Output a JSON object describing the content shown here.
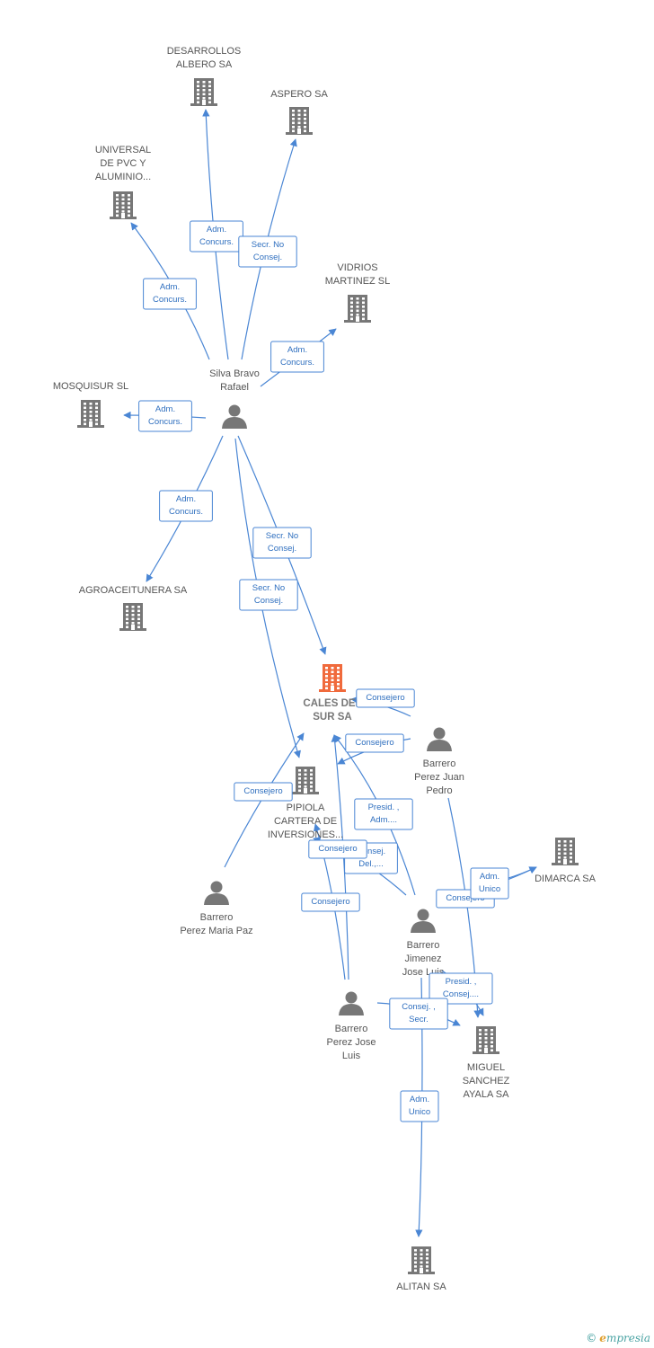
{
  "colors": {
    "edge": "#4a86d4",
    "node": "#777777",
    "main_node": "#f06a3c",
    "edge_text": "#2f6fbf"
  },
  "nodes": [
    {
      "id": "desarrollos",
      "type": "company",
      "label": [
        "DESARROLLOS",
        "ALBERO SA"
      ],
      "icon": "building-icon"
    },
    {
      "id": "aspero",
      "type": "company",
      "label": [
        "ASPERO SA"
      ],
      "icon": "building-icon"
    },
    {
      "id": "universal",
      "type": "company",
      "label": [
        "UNIVERSAL",
        "DE PVC Y",
        "ALUMINIO..."
      ],
      "icon": "building-icon"
    },
    {
      "id": "vidrios",
      "type": "company",
      "label": [
        "VIDRIOS",
        "MARTINEZ SL"
      ],
      "icon": "building-icon"
    },
    {
      "id": "silva",
      "type": "person",
      "label": [
        "Silva Bravo",
        "Rafael"
      ],
      "icon": "person-icon"
    },
    {
      "id": "mosquisur",
      "type": "company",
      "label": [
        "MOSQUISUR SL"
      ],
      "icon": "building-icon"
    },
    {
      "id": "agroaceitunera",
      "type": "company",
      "label": [
        "AGROACEITUNERA SA"
      ],
      "icon": "building-icon"
    },
    {
      "id": "cales",
      "type": "main",
      "label": [
        "CALES DEL",
        "SUR SA"
      ],
      "icon": "building-icon"
    },
    {
      "id": "barrero_jp",
      "type": "person",
      "label": [
        "Barrero",
        "Perez Juan",
        "Pedro"
      ],
      "icon": "person-icon"
    },
    {
      "id": "pipiola",
      "type": "company",
      "label": [
        "PIPIOLA",
        "CARTERA DE",
        "INVERSIONES..."
      ],
      "icon": "building-icon"
    },
    {
      "id": "dimarca",
      "type": "company",
      "label": [
        "DIMARCA SA"
      ],
      "icon": "building-icon"
    },
    {
      "id": "barrero_mp",
      "type": "person",
      "label": [
        "Barrero",
        "Perez Maria Paz"
      ],
      "icon": "person-icon"
    },
    {
      "id": "barrero_jjl",
      "type": "person",
      "label": [
        "Barrero",
        "Jimenez",
        "Jose Luis"
      ],
      "icon": "person-icon"
    },
    {
      "id": "barrero_pjl",
      "type": "person",
      "label": [
        "Barrero",
        "Perez Jose",
        "Luis"
      ],
      "icon": "person-icon"
    },
    {
      "id": "miguel",
      "type": "company",
      "label": [
        "MIGUEL",
        "SANCHEZ",
        "AYALA SA"
      ],
      "icon": "building-icon"
    },
    {
      "id": "alitan",
      "type": "company",
      "label": [
        "ALITAN SA"
      ],
      "icon": "building-icon"
    }
  ],
  "edges": [
    {
      "from": "silva",
      "to": "desarrollos",
      "label": [
        "Adm.",
        "Concurs."
      ]
    },
    {
      "from": "silva",
      "to": "aspero",
      "label": [
        "Secr.  No",
        "Consej."
      ]
    },
    {
      "from": "silva",
      "to": "universal",
      "label": [
        "Adm.",
        "Concurs."
      ]
    },
    {
      "from": "silva",
      "to": "vidrios",
      "label": [
        "Adm.",
        "Concurs."
      ]
    },
    {
      "from": "silva",
      "to": "mosquisur",
      "label": [
        "Adm.",
        "Concurs."
      ]
    },
    {
      "from": "silva",
      "to": "agroaceitunera",
      "label": [
        "Adm.",
        "Concurs."
      ]
    },
    {
      "from": "silva",
      "to": "cales",
      "label": [
        "Secr.  No",
        "Consej."
      ]
    },
    {
      "from": "silva",
      "to": "pipiola",
      "label": [
        "Secr.  No",
        "Consej."
      ]
    },
    {
      "from": "barrero_jp",
      "to": "cales",
      "label": [
        "Consejero"
      ]
    },
    {
      "from": "barrero_jp",
      "to": "pipiola",
      "label": [
        "Consejero"
      ]
    },
    {
      "from": "barrero_mp",
      "to": "pipiola",
      "label": [
        "Consejero"
      ]
    },
    {
      "from": "barrero_jjl",
      "to": "cales",
      "label": [
        "Presid. ,",
        "Adm...."
      ]
    },
    {
      "from": "barrero_jjl",
      "to": "pipiola",
      "label": [
        "Consej.",
        "Del.,..."
      ]
    },
    {
      "from": "barrero_jjl",
      "to": "dimarca",
      "label": [
        "Consejero"
      ]
    },
    {
      "from": "barrero_jjl",
      "to": "miguel",
      "label": [
        "Presid. ,",
        "Consej...."
      ]
    },
    {
      "from": "barrero_pjl",
      "to": "cales",
      "label": [
        "Consejero"
      ]
    },
    {
      "from": "barrero_pjl",
      "to": "pipiola",
      "label": [
        "Consejero"
      ]
    },
    {
      "from": "barrero_pjl",
      "to": "miguel",
      "label": [
        "Consej. ,",
        "Secr."
      ]
    },
    {
      "from": "barrero_jp",
      "to": "miguel",
      "label": []
    },
    {
      "from": "barrero_jp",
      "to": "dimarca",
      "label": [
        "Adm.",
        "Unico"
      ]
    },
    {
      "from": "barrero_jjl",
      "to": "alitan",
      "label": [
        "Adm.",
        "Unico"
      ]
    }
  ],
  "footer": {
    "copyright": "©",
    "brand_initial": "e",
    "brand_rest": "mpresia"
  }
}
